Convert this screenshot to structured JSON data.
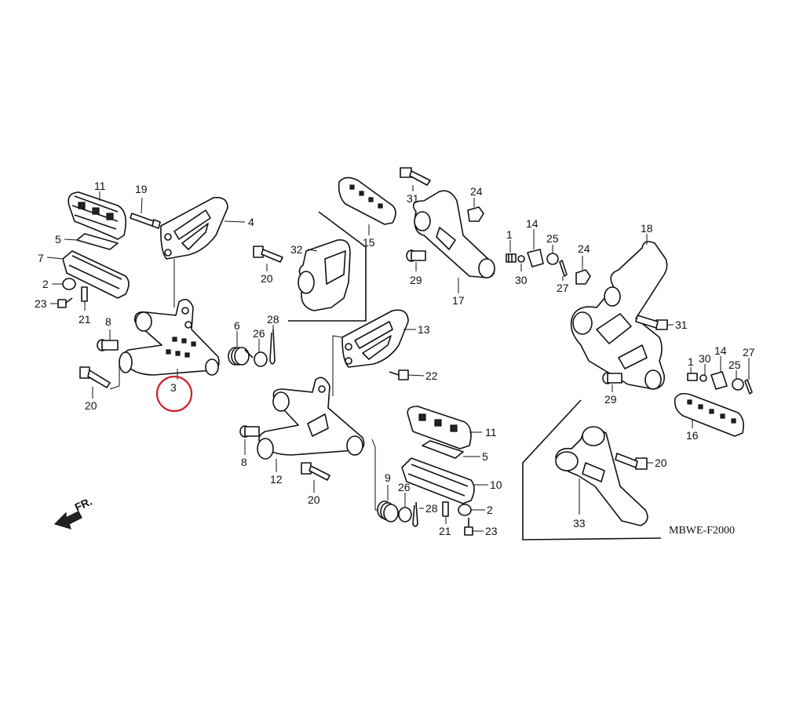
{
  "diagram": {
    "code": "MBWE-F2000",
    "direction_label": "FR.",
    "highlight_color": "#d0212b",
    "highlighted_part": "3",
    "callouts": {
      "c11a": "11",
      "c19a": "19",
      "c4": "4",
      "c5a": "5",
      "c7": "7",
      "c2a": "2",
      "c23a": "23",
      "c21a": "21",
      "c8a": "8",
      "c20a": "20",
      "c3": "3",
      "c20b": "20",
      "c32": "32",
      "c6": "6",
      "c26a": "26",
      "c28a": "28",
      "c31a": "31",
      "c15": "15",
      "c24a": "24",
      "c29a": "29",
      "c17": "17",
      "c1a": "1",
      "c14a": "14",
      "c25a": "25",
      "c30a": "30",
      "c27a": "27",
      "c24b": "24",
      "c18": "18",
      "c31b": "31",
      "c13": "13",
      "c22": "22",
      "c29b": "29",
      "c1b": "1",
      "c30b": "30",
      "c14b": "14",
      "c25b": "25",
      "c27b": "27",
      "c16": "16",
      "c8b": "8",
      "c12": "12",
      "c20c": "20",
      "c11b": "11",
      "c5b": "5",
      "c10": "10",
      "c9": "9",
      "c26b": "26",
      "c28b": "28",
      "c2b": "2",
      "c21b": "21",
      "c23b": "23",
      "c20d": "20",
      "c33": "33"
    }
  }
}
